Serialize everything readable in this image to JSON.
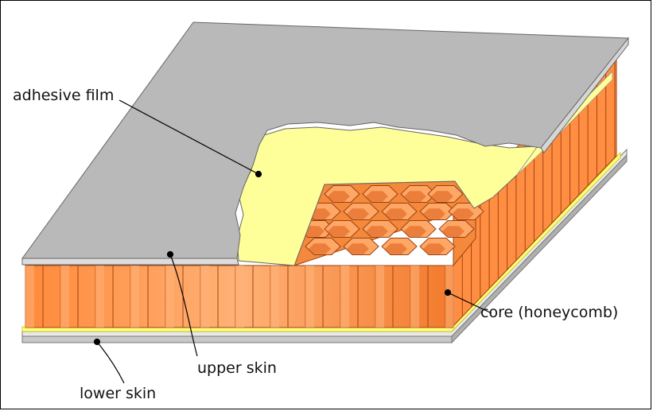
{
  "labels": {
    "adhesive_film": "adhesive film",
    "core": "core (honeycomb)",
    "upper_skin": "upper skin",
    "lower_skin": "lower skin"
  },
  "colors": {
    "skin": "#b9b9b9",
    "skin_edge": "#8c8c8c",
    "adhesive": "#ffff99",
    "core_light": "#ff9a4d",
    "core_dark": "#dd5e1a",
    "core_line": "#a64410",
    "leader": "#000000"
  }
}
